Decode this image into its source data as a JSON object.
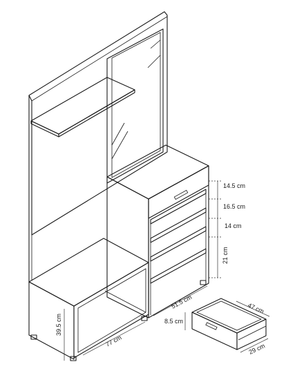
{
  "dimensions": {
    "drawer_zone_height": "14.5 cm",
    "shelf1_height": "16.5 cm",
    "shelf2_height": "14 cm",
    "shelf3_height": "21 cm",
    "cabinet_depth": "51.5 cm",
    "bench_height": "39.5 cm",
    "bench_width": "77 cm",
    "drawer_height": "8.5 cm",
    "drawer_width": "47 cm",
    "drawer_depth": "29 cm"
  }
}
